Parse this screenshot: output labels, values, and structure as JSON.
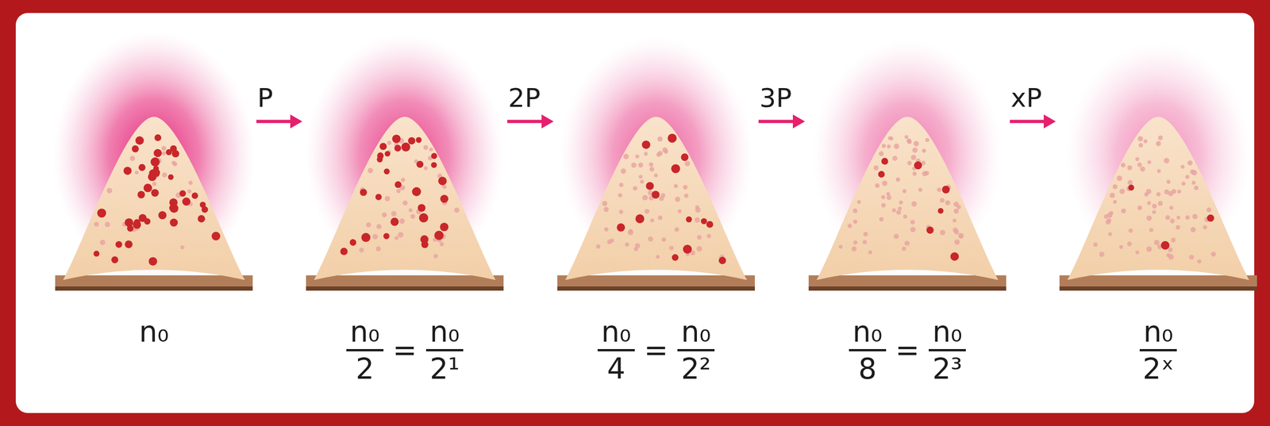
{
  "diagram": {
    "nodes": [
      {
        "text": [
          "n₀"
        ]
      },
      {
        "text": [
          "n₀",
          "2",
          "=",
          "n₀",
          "2¹"
        ]
      },
      {
        "text": [
          "n₀",
          "4",
          "=",
          "n₀",
          "2²"
        ]
      },
      {
        "text": [
          "n₀",
          "8",
          "=",
          "n₀",
          "2³"
        ]
      },
      {
        "text": [
          "n₀",
          "2ˣ"
        ]
      }
    ],
    "edges": [
      {
        "from": 0,
        "to": 1,
        "label": "P",
        "arrow": "to"
      },
      {
        "from": 1,
        "to": 2,
        "label": "2P",
        "arrow": "to"
      },
      {
        "from": 2,
        "to": 3,
        "label": "3P",
        "arrow": "to"
      },
      {
        "from": 3,
        "to": 4,
        "label": "xP",
        "arrow": "to"
      }
    ]
  }
}
